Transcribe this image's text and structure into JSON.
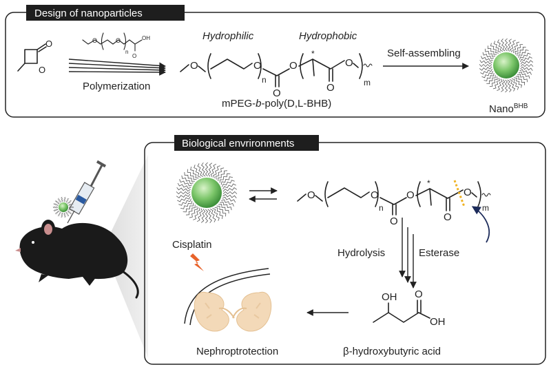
{
  "panel_top": {
    "title": "Design of nanoparticles",
    "polymerization_label": "Polymerization",
    "hydrophilic_label": "Hydrophilic",
    "hydrophobic_label": "Hydrophobic",
    "polymer_name_prefix": "mPEG-",
    "polymer_name_b": "b",
    "polymer_name_suffix": "-poly(D,L-BHB)",
    "self_assembling_label": "Self-assembling",
    "nano_label": "Nano",
    "nano_superscript": "BHB",
    "sub_n": "n",
    "sub_m": "m",
    "atom_O": "O",
    "atom_OH": "OH",
    "stereo_star": "*"
  },
  "panel_bottom": {
    "title": "Biological envrironments",
    "hydrolysis_label": "Hydrolysis",
    "esterase_label": "Esterase",
    "product_label": "β-hydroxybutyric acid",
    "cisplatin_label": "Cisplatin",
    "outcome_label": "Nephroptrotection"
  },
  "colors": {
    "title_bg": "#1e1e1e",
    "particle_green": "#7cc66a",
    "particle_dark": "#3d8f3a",
    "cleavage_dot": "#f0b323",
    "enzyme_arrow": "#1c2b5a",
    "lightning": "#e8632b",
    "kidney": "#f3d9b8",
    "mouse": "#1a1a1a"
  }
}
